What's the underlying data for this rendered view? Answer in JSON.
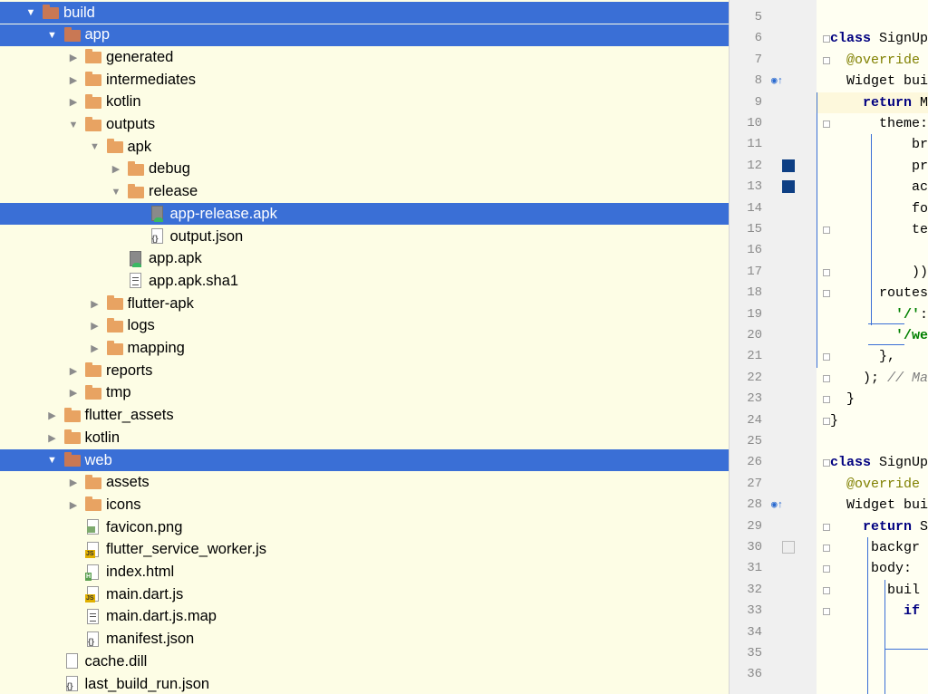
{
  "tree": [
    {
      "label": "build",
      "depth": 0,
      "expanded": true,
      "type": "folder",
      "selected": true
    },
    {
      "label": "app",
      "depth": 1,
      "expanded": true,
      "type": "folder",
      "selected": true
    },
    {
      "label": "generated",
      "depth": 2,
      "expanded": false,
      "type": "folder"
    },
    {
      "label": "intermediates",
      "depth": 2,
      "expanded": false,
      "type": "folder"
    },
    {
      "label": "kotlin",
      "depth": 2,
      "expanded": false,
      "type": "folder"
    },
    {
      "label": "outputs",
      "depth": 2,
      "expanded": true,
      "type": "folder"
    },
    {
      "label": "apk",
      "depth": 3,
      "expanded": true,
      "type": "folder"
    },
    {
      "label": "debug",
      "depth": 4,
      "expanded": false,
      "type": "folder"
    },
    {
      "label": "release",
      "depth": 4,
      "expanded": true,
      "type": "folder"
    },
    {
      "label": "app-release.apk",
      "depth": 5,
      "type": "apk",
      "selected": true
    },
    {
      "label": "output.json",
      "depth": 5,
      "type": "json"
    },
    {
      "label": "app.apk",
      "depth": 4,
      "type": "apk"
    },
    {
      "label": "app.apk.sha1",
      "depth": 4,
      "type": "text"
    },
    {
      "label": "flutter-apk",
      "depth": 3,
      "expanded": false,
      "type": "folder"
    },
    {
      "label": "logs",
      "depth": 3,
      "expanded": false,
      "type": "folder"
    },
    {
      "label": "mapping",
      "depth": 3,
      "expanded": false,
      "type": "folder"
    },
    {
      "label": "reports",
      "depth": 2,
      "expanded": false,
      "type": "folder"
    },
    {
      "label": "tmp",
      "depth": 2,
      "expanded": false,
      "type": "folder"
    },
    {
      "label": "flutter_assets",
      "depth": 1,
      "expanded": false,
      "type": "folder"
    },
    {
      "label": "kotlin",
      "depth": 1,
      "expanded": false,
      "type": "folder"
    },
    {
      "label": "web",
      "depth": 1,
      "expanded": true,
      "type": "folder",
      "selected": true
    },
    {
      "label": "assets",
      "depth": 2,
      "expanded": false,
      "type": "folder"
    },
    {
      "label": "icons",
      "depth": 2,
      "expanded": false,
      "type": "folder"
    },
    {
      "label": "favicon.png",
      "depth": 2,
      "type": "image"
    },
    {
      "label": "flutter_service_worker.js",
      "depth": 2,
      "type": "js"
    },
    {
      "label": "index.html",
      "depth": 2,
      "type": "html"
    },
    {
      "label": "main.dart.js",
      "depth": 2,
      "type": "js"
    },
    {
      "label": "main.dart.js.map",
      "depth": 2,
      "type": "text"
    },
    {
      "label": "manifest.json",
      "depth": 2,
      "type": "json"
    },
    {
      "label": "cache.dill",
      "depth": 1,
      "type": "plain"
    },
    {
      "label": "last_build_run.json",
      "depth": 1,
      "type": "json"
    }
  ],
  "editor": {
    "line_numbers": [
      "5",
      "6",
      "7",
      "8",
      "9",
      "10",
      "11",
      "12",
      "13",
      "14",
      "15",
      "16",
      "17",
      "18",
      "19",
      "20",
      "21",
      "22",
      "23",
      "24",
      "25",
      "26",
      "27",
      "28",
      "29",
      "30",
      "31",
      "32",
      "33",
      "34",
      "35",
      "36"
    ],
    "lines": [
      {
        "parts": [
          {
            "t": ""
          }
        ]
      },
      {
        "parts": [
          {
            "t": "class ",
            "c": "kw"
          },
          {
            "t": "SignUp"
          }
        ]
      },
      {
        "parts": [
          {
            "t": "  "
          },
          {
            "t": "@override",
            "c": "an"
          }
        ]
      },
      {
        "parts": [
          {
            "t": "  Widget bui"
          }
        ]
      },
      {
        "parts": [
          {
            "t": "    "
          },
          {
            "t": "return ",
            "c": "kw"
          },
          {
            "t": "M"
          }
        ]
      },
      {
        "parts": [
          {
            "t": "      theme:"
          }
        ]
      },
      {
        "parts": [
          {
            "t": "          br"
          }
        ]
      },
      {
        "parts": [
          {
            "t": "          pr"
          }
        ]
      },
      {
        "parts": [
          {
            "t": "          ac"
          }
        ]
      },
      {
        "parts": [
          {
            "t": "          fo"
          }
        ]
      },
      {
        "parts": [
          {
            "t": "          te"
          }
        ]
      },
      {
        "parts": [
          {
            "t": ""
          }
        ]
      },
      {
        "parts": [
          {
            "t": "          ))"
          }
        ]
      },
      {
        "parts": [
          {
            "t": "      routes"
          }
        ]
      },
      {
        "parts": [
          {
            "t": "        "
          },
          {
            "t": "'/'",
            "c": "str"
          },
          {
            "t": ":"
          }
        ]
      },
      {
        "parts": [
          {
            "t": "        "
          },
          {
            "t": "'/we",
            "c": "str"
          }
        ]
      },
      {
        "parts": [
          {
            "t": "      },"
          }
        ]
      },
      {
        "parts": [
          {
            "t": "    ); "
          },
          {
            "t": "// Ma",
            "c": "cm"
          }
        ]
      },
      {
        "parts": [
          {
            "t": "  }"
          }
        ]
      },
      {
        "parts": [
          {
            "t": "}"
          }
        ]
      },
      {
        "parts": [
          {
            "t": ""
          }
        ]
      },
      {
        "parts": [
          {
            "t": "class ",
            "c": "kw"
          },
          {
            "t": "SignUp"
          }
        ]
      },
      {
        "parts": [
          {
            "t": "  "
          },
          {
            "t": "@override",
            "c": "an"
          }
        ]
      },
      {
        "parts": [
          {
            "t": "  Widget bui"
          }
        ]
      },
      {
        "parts": [
          {
            "t": "    "
          },
          {
            "t": "return ",
            "c": "kw"
          },
          {
            "t": "S"
          }
        ]
      },
      {
        "parts": [
          {
            "t": "     backgr"
          }
        ]
      },
      {
        "parts": [
          {
            "t": "     body:"
          }
        ]
      },
      {
        "parts": [
          {
            "t": "       buil"
          }
        ]
      },
      {
        "parts": [
          {
            "t": "         "
          },
          {
            "t": "if",
            "c": "kw"
          }
        ]
      },
      {
        "parts": [
          {
            "t": ""
          }
        ]
      },
      {
        "parts": [
          {
            "t": ""
          }
        ]
      },
      {
        "parts": [
          {
            "t": ""
          }
        ]
      }
    ],
    "color_markers": [
      "#0e3f84",
      "#0e3f84"
    ]
  }
}
